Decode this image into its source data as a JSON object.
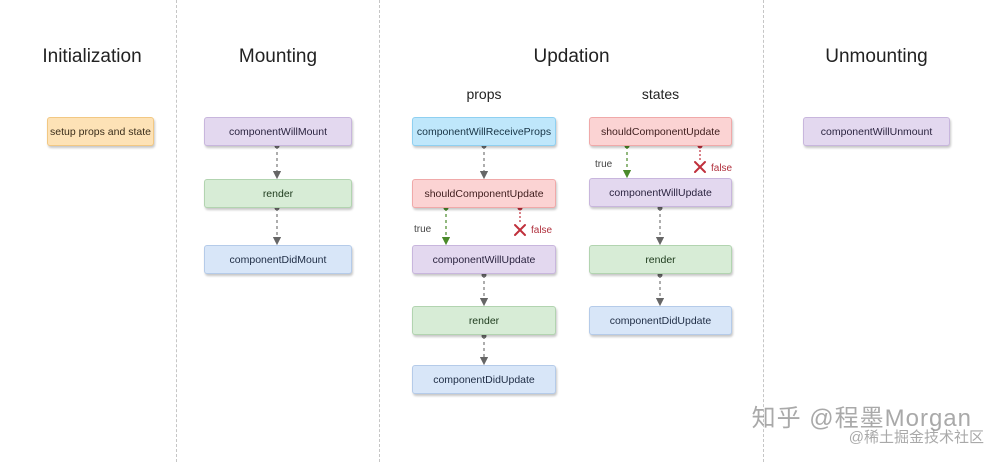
{
  "phases": {
    "initialization": "Initialization",
    "mounting": "Mounting",
    "updation": "Updation",
    "unmounting": "Unmounting"
  },
  "updation_groups": {
    "props": "props",
    "states": "states"
  },
  "initialization": {
    "setup": "setup props and state"
  },
  "mounting": {
    "will_mount": "componentWillMount",
    "render": "render",
    "did_mount": "componentDidMount"
  },
  "props_flow": {
    "will_receive_props": "componentWillReceiveProps",
    "should_update": "shouldComponentUpdate",
    "true_label": "true",
    "false_label": "false",
    "will_update": "componentWillUpdate",
    "render": "render",
    "did_update": "componentDidUpdate"
  },
  "states_flow": {
    "should_update": "shouldComponentUpdate",
    "true_label": "true",
    "false_label": "false",
    "will_update": "componentWillUpdate",
    "render": "render",
    "did_update": "componentDidUpdate"
  },
  "unmounting": {
    "will_unmount": "componentWillUnmount"
  },
  "watermark": {
    "line1": "知乎 @程墨Morgan",
    "line2": "@稀土掘金技术社区"
  },
  "colors": {
    "orange": "#fde2b6",
    "purple": "#e3d8ef",
    "green": "#d7ecd6",
    "blue": "#d8e6f8",
    "cyan": "#bfe7fb",
    "red": "#fbd3d3",
    "connector": "#666666",
    "true_arrow": "#4a8a2a",
    "false_marker": "#c0303c"
  }
}
